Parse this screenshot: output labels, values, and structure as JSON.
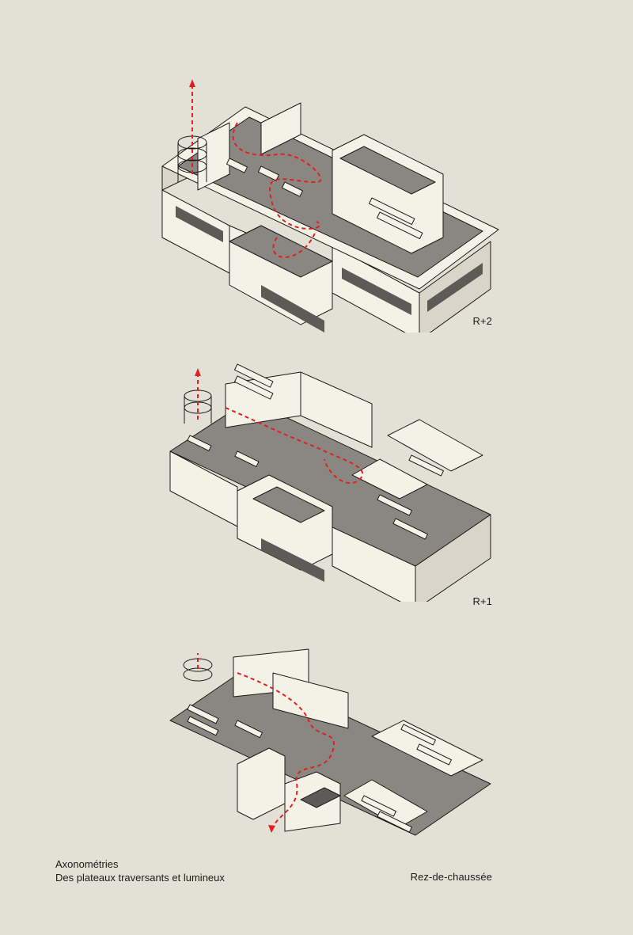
{
  "floors": [
    {
      "id": "r2",
      "label": "R+2"
    },
    {
      "id": "r1",
      "label": "R+1"
    },
    {
      "id": "rdc",
      "label": "Rez-de-chaussée"
    }
  ],
  "caption": {
    "line1": "Axonométries",
    "line2": "Des plateaux traversants et lumineux"
  },
  "colors": {
    "background": "#e3e0d6",
    "floor": "#8a8782",
    "wall": "#f4f1e6",
    "wall_shade": "#d9d5c8",
    "line": "#1a1a1a",
    "path": "#e02020"
  }
}
